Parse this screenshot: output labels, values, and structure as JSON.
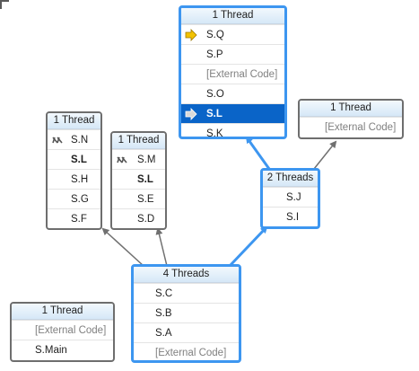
{
  "colors": {
    "active_border": "#3d96f0",
    "inactive_border": "#6e6e6e",
    "selected_row": "#0a64c8",
    "external_text": "#808080",
    "current_arrow": "#f2c200",
    "active_edge": "#3d96f0",
    "inactive_edge": "#707070"
  },
  "nodes": {
    "top": {
      "header": "1 Thread",
      "frames": [
        {
          "label": "S.Q",
          "icon": "current-frame-arrow-icon"
        },
        {
          "label": "S.P"
        },
        {
          "label": "[External Code]",
          "external": true
        },
        {
          "label": "S.O"
        },
        {
          "label": "S.L",
          "bold": true,
          "selected": true,
          "icon": "stack-frame-arrow-icon"
        },
        {
          "label": "S.K"
        }
      ]
    },
    "ext": {
      "header": "1 Thread",
      "frames": [
        {
          "label": "[External Code]",
          "external": true
        }
      ]
    },
    "two": {
      "header": "2 Threads",
      "frames": [
        {
          "label": "S.J"
        },
        {
          "label": "S.I"
        }
      ]
    },
    "left1": {
      "header": "1 Thread",
      "frames": [
        {
          "label": "S.N",
          "icon": "flagged-thread-icon"
        },
        {
          "label": "S.L",
          "bold": true
        },
        {
          "label": "S.H"
        },
        {
          "label": "S.G"
        },
        {
          "label": "S.F"
        }
      ]
    },
    "left2": {
      "header": "1 Thread",
      "frames": [
        {
          "label": "S.M",
          "icon": "flagged-thread-icon"
        },
        {
          "label": "S.L",
          "bold": true
        },
        {
          "label": "S.E"
        },
        {
          "label": "S.D"
        }
      ]
    },
    "four": {
      "header": "4 Threads",
      "frames": [
        {
          "label": "S.C"
        },
        {
          "label": "S.B"
        },
        {
          "label": "S.A"
        },
        {
          "label": "[External Code]",
          "external": true
        }
      ]
    },
    "main": {
      "header": "1 Thread",
      "frames": [
        {
          "label": "[External Code]",
          "external": true
        },
        {
          "label": "S.Main"
        }
      ]
    }
  }
}
